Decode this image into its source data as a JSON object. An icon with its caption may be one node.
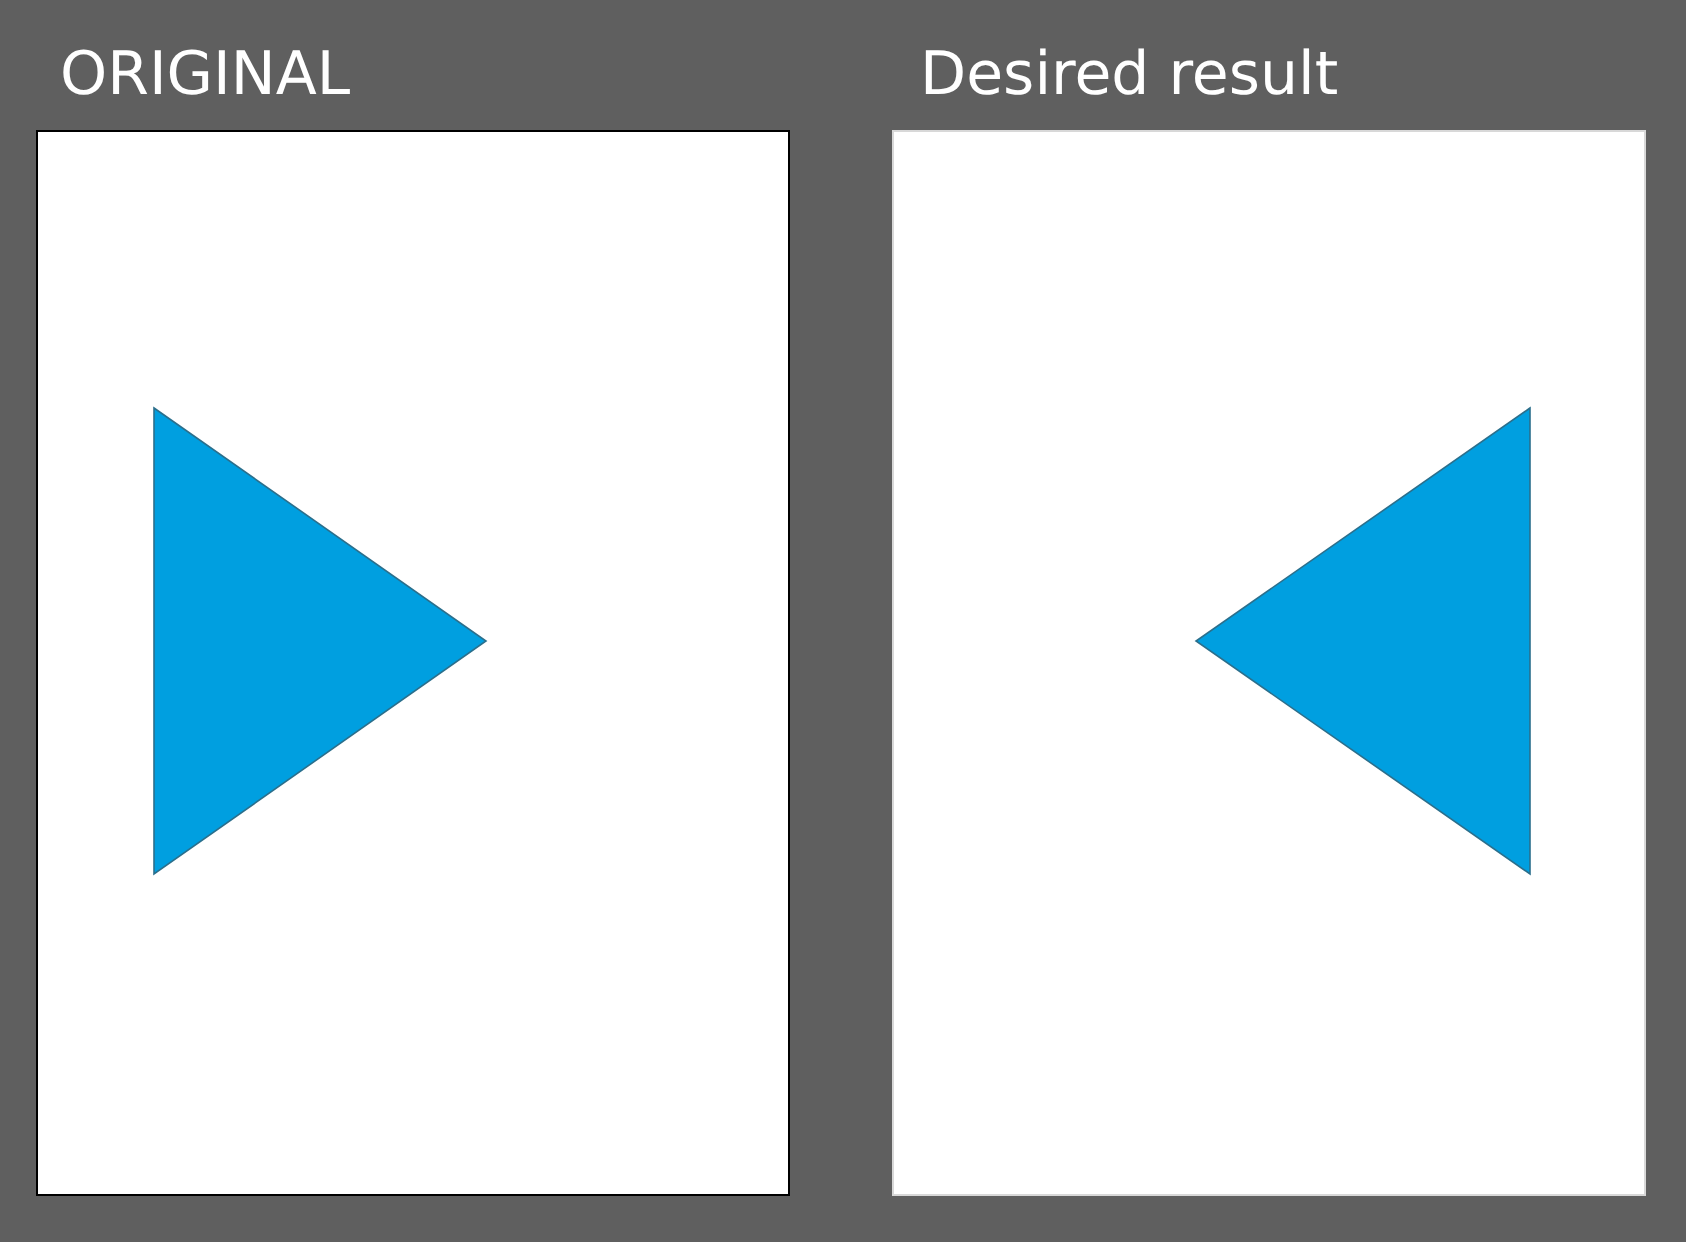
{
  "diagram": {
    "nodes": [
      {
        "text": [
          "ORIGINAL"
        ]
      },
      {
        "text": [],
        "shape": "triangle",
        "in": 0
      },
      {
        "text": [
          "Desired result"
        ]
      },
      {
        "text": [],
        "shape": "triangle",
        "in": 2
      }
    ]
  }
}
